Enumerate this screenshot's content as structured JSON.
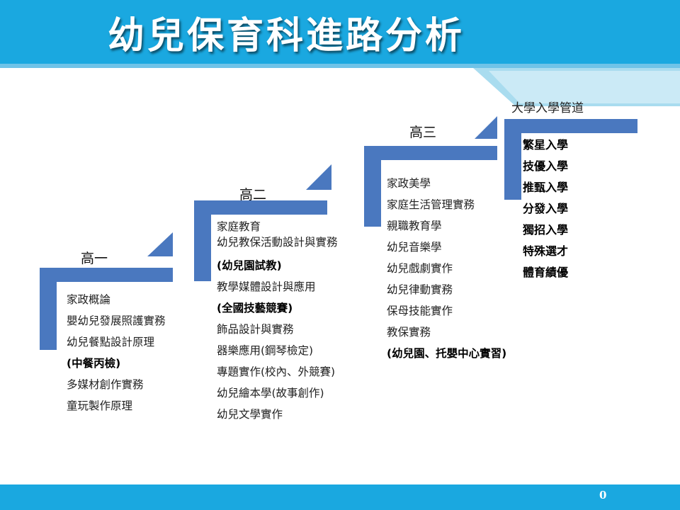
{
  "slide": {
    "title": "幼兒保育科進路分析",
    "page_number": "0"
  },
  "colors": {
    "header_blue": "#1aa8e0",
    "stair_blue": "#4a78bf",
    "footer_blue": "#1aa8e0"
  },
  "stages": [
    {
      "label": "高一",
      "courses": [
        {
          "text": "家政概論",
          "bold": false
        },
        {
          "text": "嬰幼兒發展照護實務",
          "bold": false
        },
        {
          "text": "幼兒餐點設計原理",
          "bold": false
        },
        {
          "text": "(中餐丙檢)",
          "bold": true
        },
        {
          "text": "多媒材創作實務",
          "bold": false
        },
        {
          "text": "童玩製作原理",
          "bold": false
        }
      ]
    },
    {
      "label": "高二",
      "courses": [
        {
          "text": "家庭教育",
          "bold": false
        },
        {
          "text": "幼兒教保活動設計與實務",
          "bold": false
        },
        {
          "text": "(幼兒園試教)",
          "bold": true
        },
        {
          "text": "教學媒體設計與應用",
          "bold": false
        },
        {
          "text": "(全國技藝競賽)",
          "bold": true
        },
        {
          "text": "飾品設計與實務",
          "bold": false
        },
        {
          "text": "器樂應用(鋼琴檢定)",
          "bold": false
        },
        {
          "text": "專題實作(校內、外競賽)",
          "bold": false
        },
        {
          "text": "幼兒繪本學(故事創作)",
          "bold": false
        },
        {
          "text": "幼兒文學實作",
          "bold": false
        }
      ]
    },
    {
      "label": "高三",
      "courses": [
        {
          "text": "家政美學",
          "bold": false
        },
        {
          "text": "家庭生活管理實務",
          "bold": false
        },
        {
          "text": "親職教育學",
          "bold": false
        },
        {
          "text": "幼兒音樂學",
          "bold": false
        },
        {
          "text": "幼兒戲劇實作",
          "bold": false
        },
        {
          "text": "幼兒律動實務",
          "bold": false
        },
        {
          "text": "保母技能實作",
          "bold": false
        },
        {
          "text": "教保實務",
          "bold": false
        },
        {
          "text": "(幼兒園、托嬰中心實習)",
          "bold": true
        }
      ]
    }
  ],
  "university": {
    "title": "大學入學管道",
    "channels": [
      "繁星入學",
      "技優入學",
      "推甄入學",
      "分發入學",
      "獨招入學",
      "特殊選才",
      "體育績優"
    ]
  }
}
